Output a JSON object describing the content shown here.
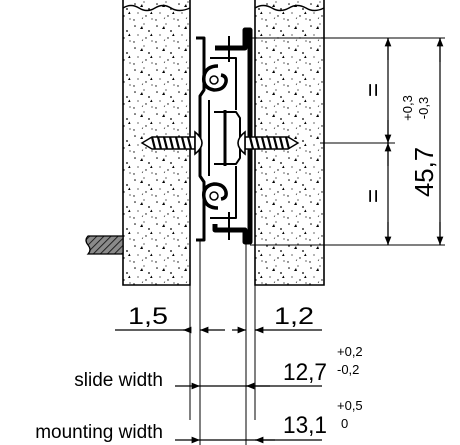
{
  "dimensions": {
    "left_gap": "1,5",
    "right_gap": "1,2",
    "slide_width_value": "12,7",
    "slide_width_tol_plus": "+0,2",
    "slide_width_tol_minus": "-0,2",
    "mounting_width_value": "13,1",
    "mounting_width_tol_plus": "+0,5",
    "mounting_width_tol_minus": "0",
    "height_value": "45,7",
    "height_tol_plus": "+0,3",
    "height_tol_minus": "-0,3",
    "equal_mark": "="
  },
  "labels": {
    "slide_width": "slide width",
    "mounting_width": "mounting width"
  },
  "colors": {
    "line": "#000000",
    "hatch_fill": "#777777"
  }
}
